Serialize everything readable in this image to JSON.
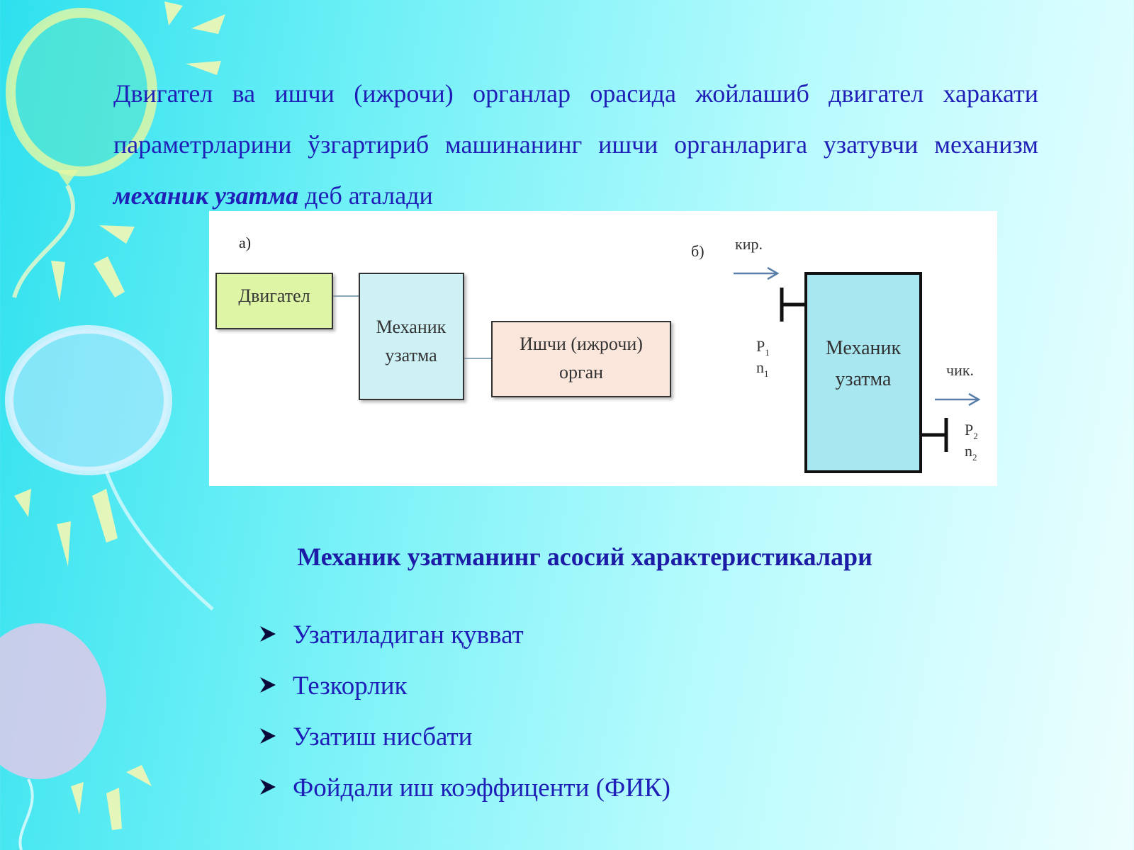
{
  "intro": {
    "text_before": "Двигател ва ишчи (ижрочи) органлар орасида жойлашиб двигател харакати параметрларини ўзгартириб машинанинг ишчи органларига узатувчи механизм ",
    "emphasis": "механик узатма",
    "text_after": " деб аталади"
  },
  "diagram": {
    "label_a": "а)",
    "label_b": "б)",
    "engine": "Двигател",
    "mech_line1": "Механик",
    "mech_line2": "узатма",
    "worker_line1": "Ишчи (ижрочи)",
    "worker_line2": "орган",
    "input_label": "кир.",
    "output_label": "чик.",
    "p_symbol": "P",
    "n_symbol": "n",
    "sub_1": "1",
    "sub_2": "2",
    "colors": {
      "engine_fill": "#dff5a6",
      "mech_fill": "#cdf1f5",
      "worker_fill": "#fbe6dc",
      "mech_b_fill": "#a8e6f0",
      "arrow": "#5b7ea8"
    }
  },
  "heading": "Механик узатманинг асосий характеристикалари",
  "bullets": [
    "Узатиладиган қувват",
    "Тезкорлик",
    "Узатиш нисбати",
    "Фойдали иш коэффиценти (ФИК)"
  ],
  "bullet_icon": "arrowhead-bullet-icon",
  "text_color": "#1f1fb8"
}
